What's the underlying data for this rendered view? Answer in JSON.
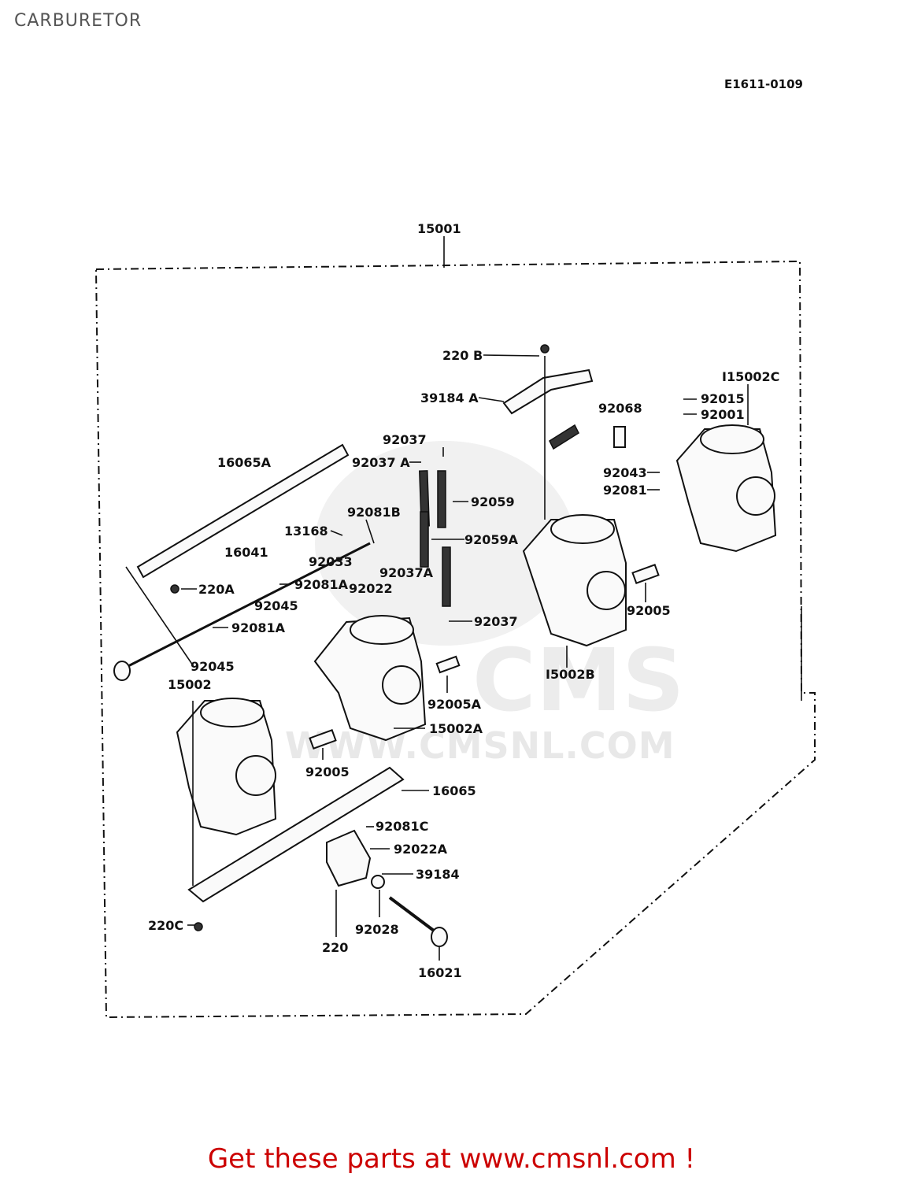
{
  "header": {
    "title": "CARBURETOR",
    "diagram_code": "E1611-0109"
  },
  "watermark": {
    "text": "WWW.CMSNL.COM",
    "logo_text": "CMS"
  },
  "parts": {
    "p15001": "15001",
    "p220B": "220 B",
    "p39184A": "39184 A",
    "p92068": "92068",
    "p15002C": "I15002C",
    "p92015": "92015",
    "p92001": "92001",
    "p92037_top": "92037",
    "p92037A_top": "92037 A",
    "p16065A": "16065A",
    "p92059": "92059",
    "p92043": "92043",
    "p92081_right": "92081",
    "p92081B": "92081B",
    "p13168": "13168",
    "p92059A": "92059A",
    "p16041": "16041",
    "p92033": "92033",
    "p92037A_mid": "92037A",
    "p220A": "220A",
    "p92081A_1": "92081A",
    "p92022": "92022",
    "p92045_1": "92045",
    "p92005_right": "92005",
    "p92081A_2": "92081A",
    "p92037_bottom": "92037",
    "p92045_2": "92045",
    "p15002B": "I5002B",
    "p15002": "15002",
    "p92005A": "92005A",
    "p15002A": "15002A",
    "p92005_left": "92005",
    "p16065": "16065",
    "p92081C": "92081C",
    "p92022A": "92022A",
    "p39184": "39184",
    "p220C": "220C",
    "p220": "220",
    "p92028": "92028",
    "p16021": "16021"
  },
  "footer": {
    "link_text": "Get these parts at www.cmsnl.com !"
  }
}
